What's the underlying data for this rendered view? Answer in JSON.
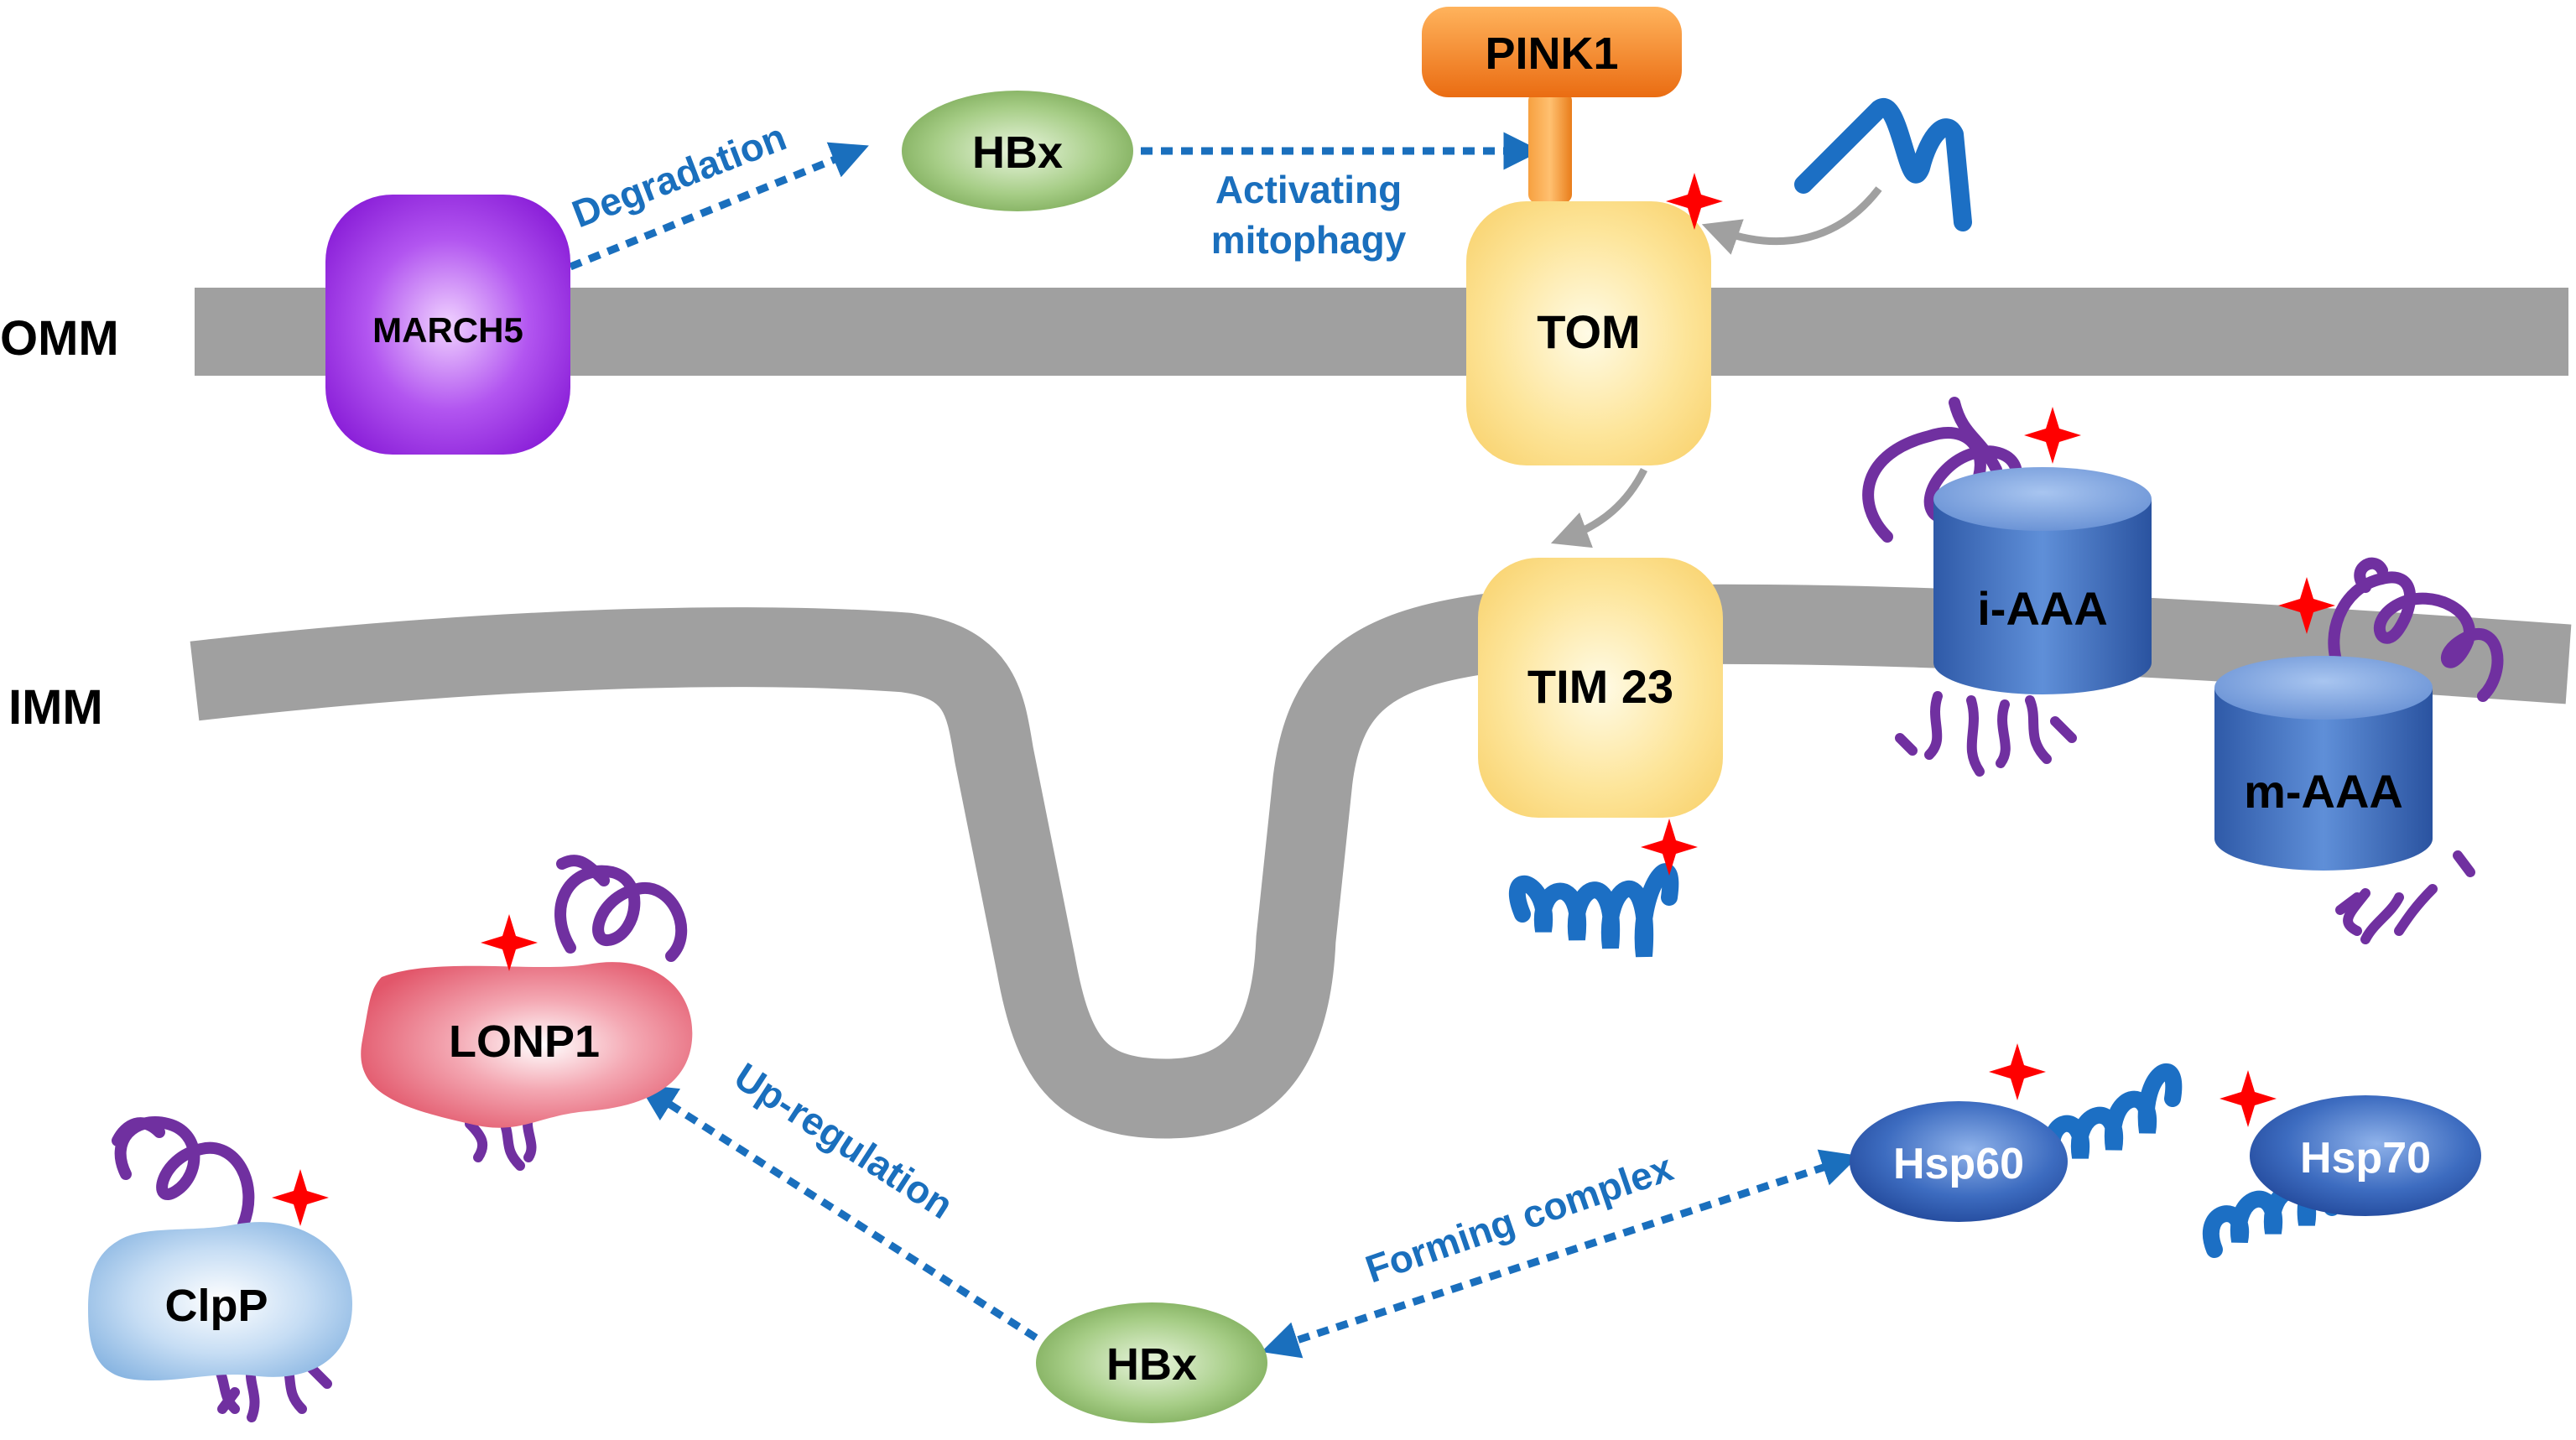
{
  "membranes": {
    "outer": "OMM",
    "inner": "IMM"
  },
  "proteins": {
    "march5": "MARCH5",
    "hbx_top": "HBx",
    "pink1": "PINK1",
    "tom": "TOM",
    "tim23": "TIM 23",
    "i_aaa": "i-AAA",
    "m_aaa": "m-AAA",
    "lonp1": "LONP1",
    "clpp": "ClpP",
    "hsp60": "Hsp60",
    "hsp70": "Hsp70",
    "hbx_bottom": "HBx"
  },
  "interactions": {
    "degradation": "Degradation",
    "activating_line1": "Activating",
    "activating_line2": "mitophagy",
    "up_regulation": "Up-regulation",
    "forming_complex": "Forming complex"
  },
  "colors": {
    "membrane": "#a0a0a0",
    "arrow_blue": "#1a6fbd",
    "arrow_gray": "#a0a0a0",
    "march5": "#9b27e0",
    "hbx": "#8fbc6a",
    "pink1": "#f5841f",
    "tom_tim": "#fde18b",
    "aaa": "#3b68b8",
    "lonp1": "#e86b7b",
    "clpp": "#9cc4e8",
    "hsp": "#3566b8",
    "unfolded_protein": "#7030a0",
    "helix": "#1c6fc4",
    "star": "#ff0000"
  }
}
